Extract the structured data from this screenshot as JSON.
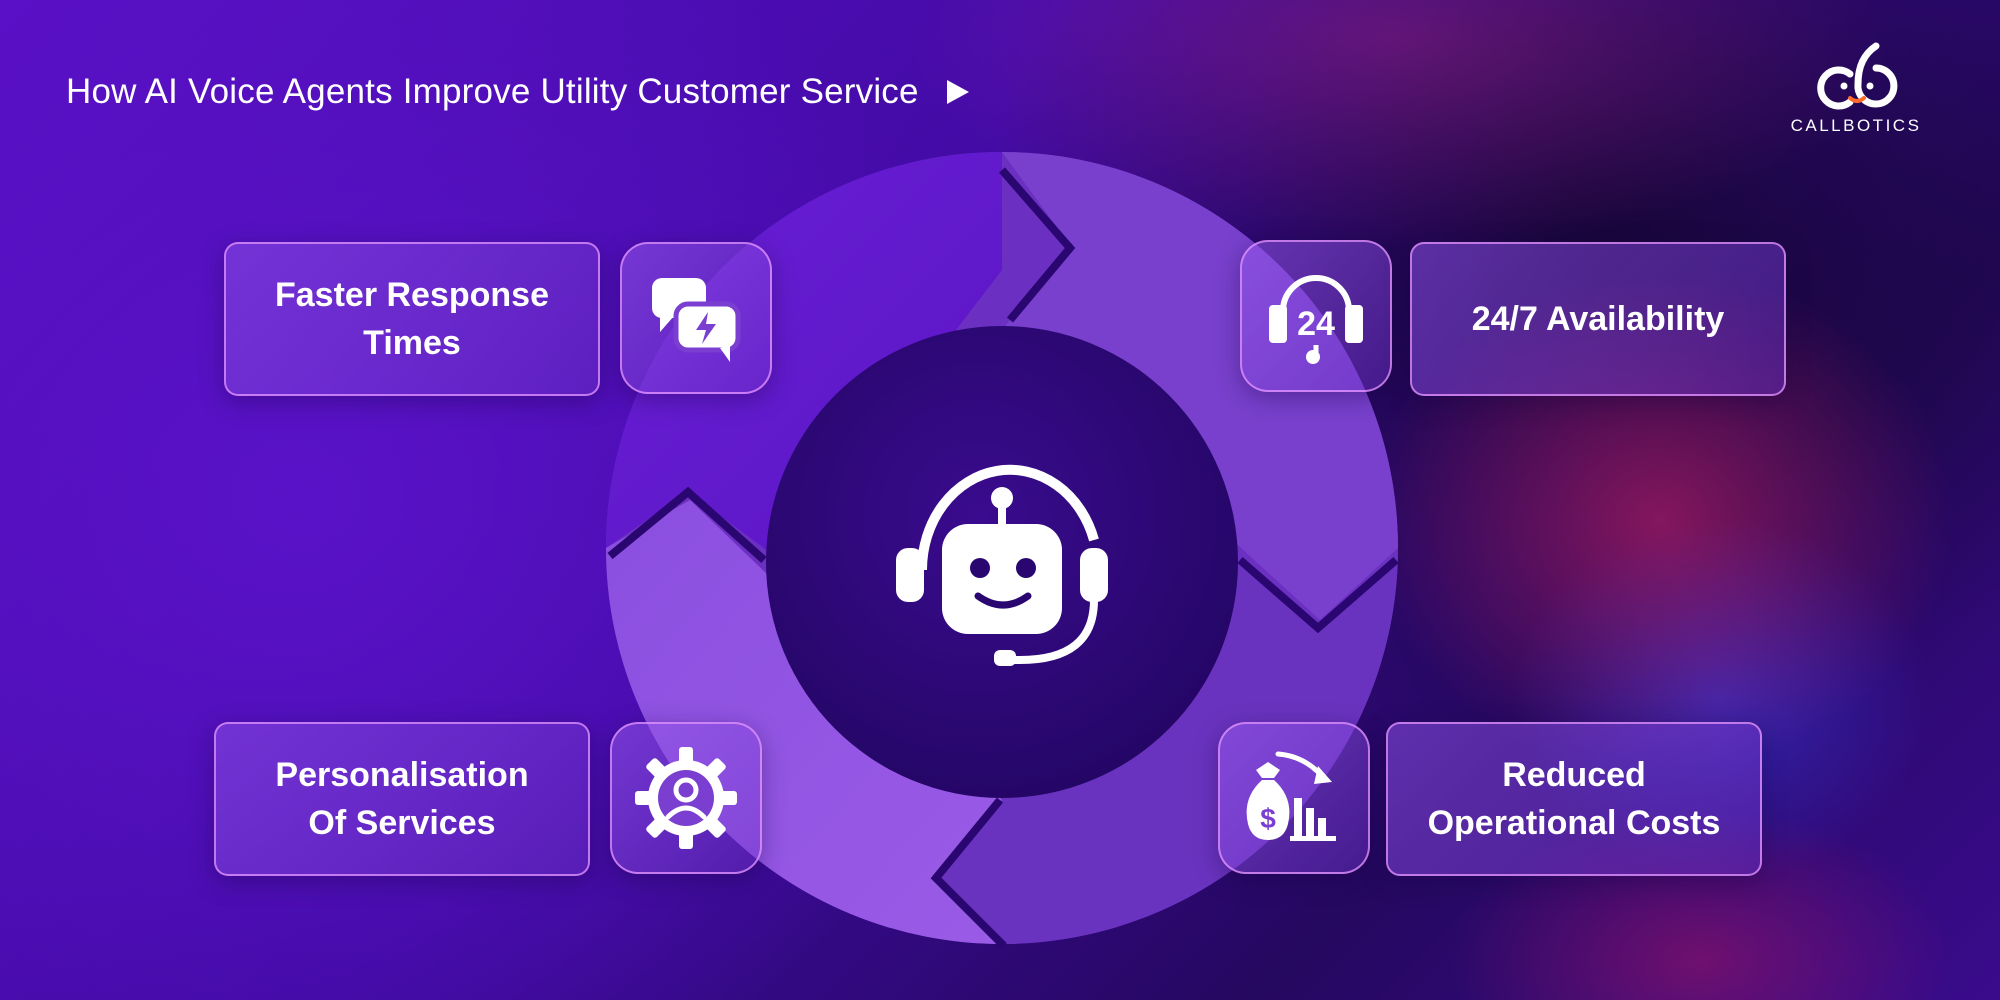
{
  "header": {
    "title": "How AI Voice Agents Improve Utility Customer Service",
    "play_icon": "play-icon"
  },
  "brand": {
    "name": "CALLBOTICS",
    "logo_icon": "callbotics-logo-icon"
  },
  "center": {
    "icon": "robot-headset-icon"
  },
  "benefits": [
    {
      "label": "Faster Response\nTimes",
      "icon": "chat-lightning-icon"
    },
    {
      "label": "24/7 Availability",
      "icon": "headset-24-icon"
    },
    {
      "label": "Personalisation\nOf Services",
      "icon": "user-gear-icon"
    },
    {
      "label": "Reduced\nOperational Costs",
      "icon": "money-bag-chart-icon"
    }
  ],
  "colors": {
    "background": "#4a0db0",
    "ring_light": "#8c4fdc",
    "ring_dark": "#6a2ec4",
    "center_disc": "#2a0770",
    "card_border": "#e696ff"
  }
}
